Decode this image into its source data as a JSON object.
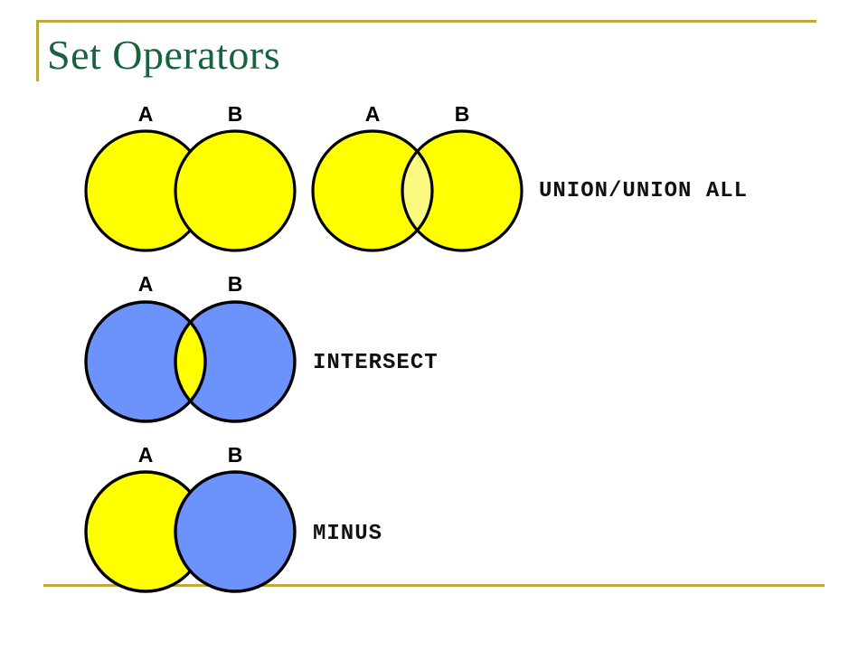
{
  "slide": {
    "title": "Set Operators",
    "background_color": "#FFFFFF",
    "title_color": "#17633D",
    "rule_color": "#BFA93A"
  },
  "palette": {
    "set_yellow": "#FFFF00",
    "set_blue": "#6B93FB",
    "overlap_light_yellow": "#FAFA80",
    "outline": "#000000"
  },
  "rows": [
    {
      "id": "union",
      "caption": "UNION/UNION ALL",
      "diagrams": [
        {
          "id": "union-plain",
          "label_a": "A",
          "label_b": "B",
          "fill_a": "#FFFF00",
          "fill_b": "#FFFF00",
          "overlap_fill": "#FFFF00"
        },
        {
          "id": "union-highlight",
          "label_a": "A",
          "label_b": "B",
          "fill_a": "#FFFF00",
          "fill_b": "#FFFF00",
          "overlap_fill": "#FAFA80"
        }
      ]
    },
    {
      "id": "intersect",
      "caption": "INTERSECT",
      "diagrams": [
        {
          "id": "intersect-diagram",
          "label_a": "A",
          "label_b": "B",
          "fill_a": "#6B93FB",
          "fill_b": "#6B93FB",
          "overlap_fill": "#FFFF00"
        }
      ]
    },
    {
      "id": "minus",
      "caption": "MINUS",
      "diagrams": [
        {
          "id": "minus-diagram",
          "label_a": "A",
          "label_b": "B",
          "fill_a": "#FFFF00",
          "fill_b": "#6B93FB",
          "overlap_fill": "#6B93FB"
        }
      ]
    }
  ]
}
